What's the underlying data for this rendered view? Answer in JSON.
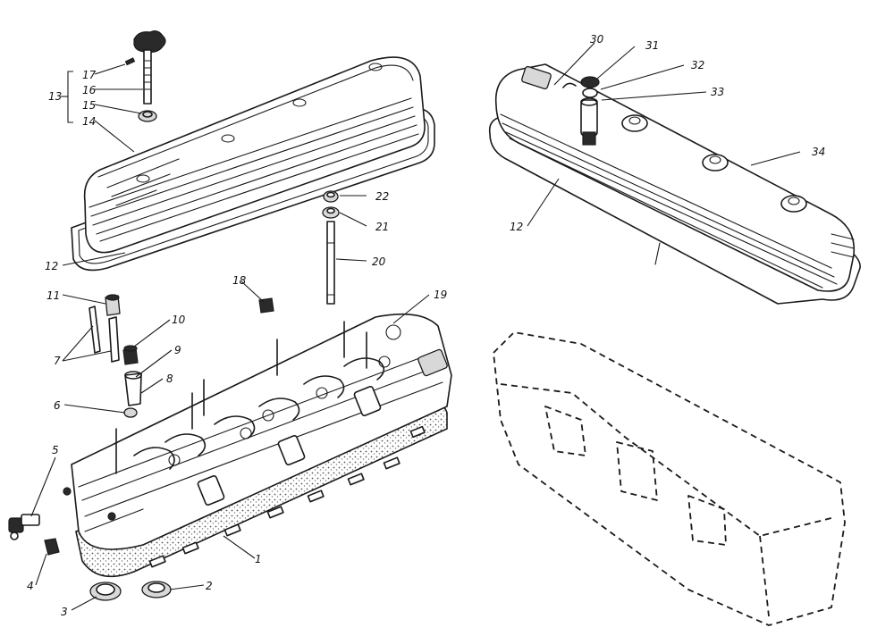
{
  "callouts": {
    "c1": "1",
    "c2": "2",
    "c3": "3",
    "c4": "4",
    "c5": "5",
    "c6": "6",
    "c7": "7",
    "c8": "8",
    "c9": "9",
    "c10": "10",
    "c11": "11",
    "c12a": "12",
    "c12b": "12",
    "c13": "13",
    "c14": "14",
    "c15": "15",
    "c16": "16",
    "c17": "17",
    "c18": "18",
    "c19": "19",
    "c20": "20",
    "c21": "21",
    "c22": "22",
    "c30": "30",
    "c31": "31",
    "c32": "32",
    "c33": "33",
    "c34": "34"
  },
  "colors": {
    "ink": "#1a1a1a",
    "paper": "#ffffff",
    "gasket_fill": "#bdbdbd"
  }
}
